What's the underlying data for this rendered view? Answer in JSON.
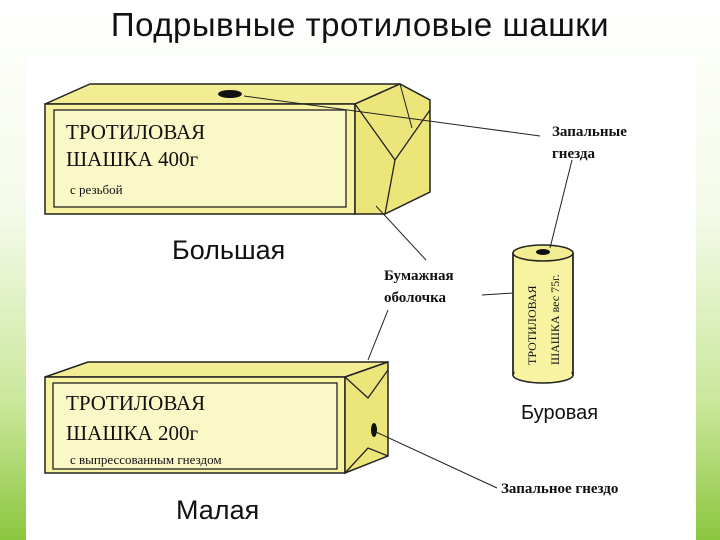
{
  "title": "Подрывные тротиловые шашки",
  "large_block": {
    "label_line1": "ТРОТИЛОВАЯ",
    "label_line2": "ШАШКА  400г",
    "label_note": "с резьбой",
    "caption": "Большая"
  },
  "small_block": {
    "label_line1": "ТРОТИЛОВАЯ",
    "label_line2": "ШАШКА  200г",
    "label_note": "с выпрессованным гнездом",
    "caption": "Малая"
  },
  "cylinder": {
    "label_line1": "ТРОТИЛОВАЯ",
    "label_line2": "ШАШКА вес 75г.",
    "caption": "Буровая"
  },
  "callouts": {
    "primer_sockets_line1": "Запальные",
    "primer_sockets_line2": "гнезда",
    "paper_shell_line1": "Бумажная",
    "paper_shell_line2": "оболочка",
    "primer_socket": "Запальное гнездо"
  },
  "colors": {
    "block_fill": "#f7f3a0",
    "block_side": "#ece67a",
    "label_fill": "#fbf8c8",
    "outline": "#222222",
    "background_bottom": "#8cc63f"
  }
}
